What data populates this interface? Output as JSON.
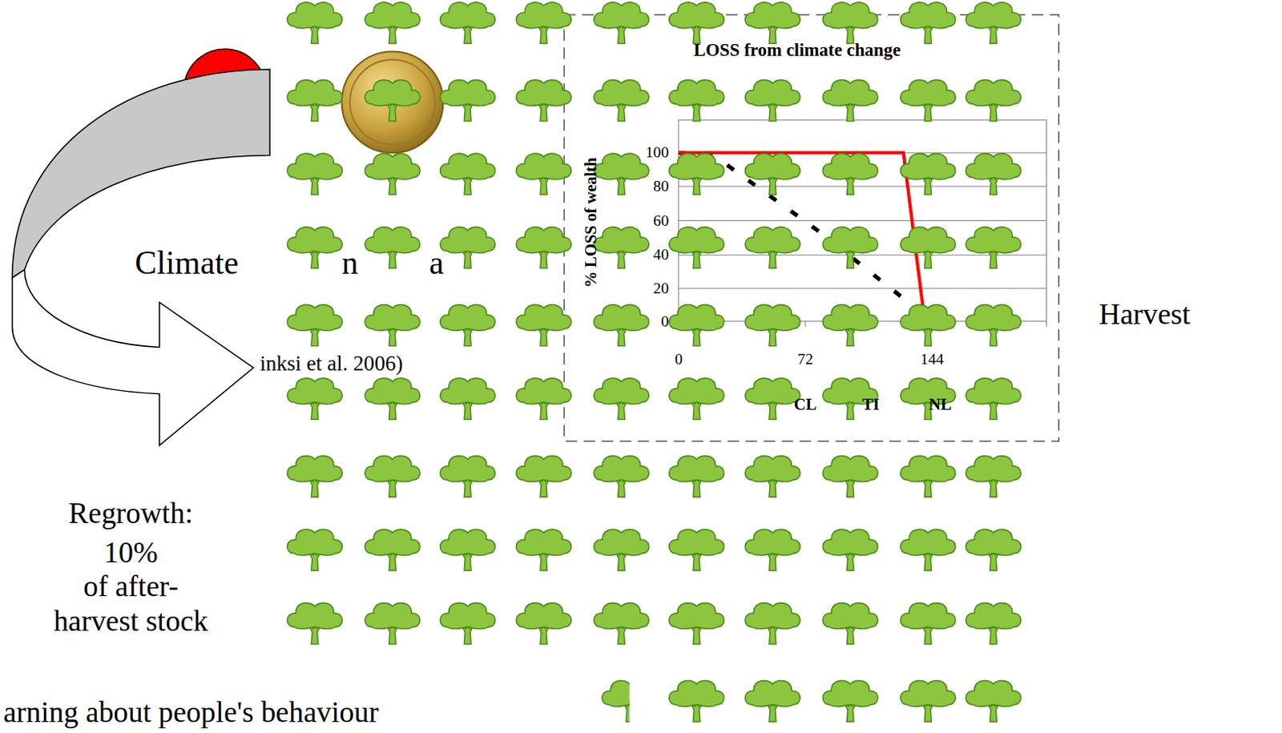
{
  "diagram": {
    "labels": [
      "LOSS from climate change",
      "100",
      "80",
      "60",
      "40",
      "20",
      "0",
      "% LOSS of wealth",
      "0",
      "72",
      "144",
      "CL",
      "TI",
      "NL",
      "Climate",
      "n",
      "a",
      "inksi et al. 2006)",
      "Harvest",
      "Regrowth:",
      "10%",
      "of after-",
      "harvest stock",
      "arning about people's behaviour"
    ]
  }
}
